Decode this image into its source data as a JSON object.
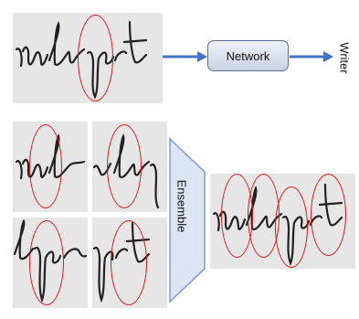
{
  "diagram": {
    "network_label": "Network",
    "writer_label": "Writer",
    "ensemble_label": "Ensemble",
    "handwriting_word": "subject",
    "colors": {
      "arrow": "#4472c4",
      "ellipse": "#d61a1a",
      "patch_background": "#e6e6e6",
      "ensemble_fill": "#dbe5f3",
      "ensemble_stroke": "#7f9cc9",
      "network_box_stroke": "#5a6f8c"
    }
  }
}
